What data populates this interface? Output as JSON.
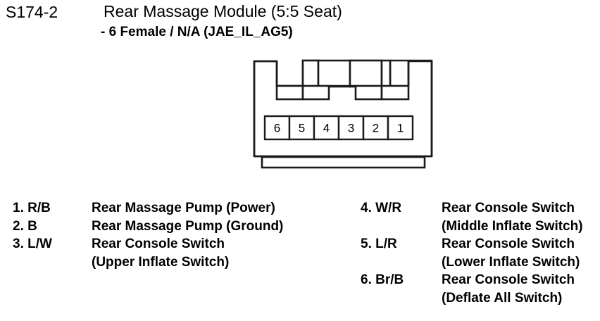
{
  "header": {
    "connector_id": "S174-2",
    "title": "Rear Massage Module (5:5 Seat)",
    "subtitle": "- 6 Female / N/A (JAE_IL_AG5)"
  },
  "connector": {
    "view_name": "connector-face-view",
    "pin_count": 6,
    "pin_numbers": [
      "6",
      "5",
      "4",
      "3",
      "2",
      "1"
    ],
    "outline_color": "#000000",
    "fill_color": "#ffffff"
  },
  "pinout": {
    "left_column": [
      {
        "label": "1. R/B",
        "description": "Rear Massage Pump (Power)",
        "description_line2": ""
      },
      {
        "label": "2. B",
        "description": "Rear Massage Pump (Ground)",
        "description_line2": ""
      },
      {
        "label": "3. L/W",
        "description": "Rear Console Switch",
        "description_line2": "(Upper Inflate Switch)"
      }
    ],
    "right_column": [
      {
        "label": "4. W/R",
        "description": "Rear Console Switch",
        "description_line2": "(Middle Inflate Switch)"
      },
      {
        "label": "5. L/R",
        "description": "Rear Console Switch",
        "description_line2": "(Lower Inflate Switch)"
      },
      {
        "label": "6. Br/B",
        "description": "Rear Console Switch",
        "description_line2": "(Deflate All Switch)"
      }
    ]
  }
}
